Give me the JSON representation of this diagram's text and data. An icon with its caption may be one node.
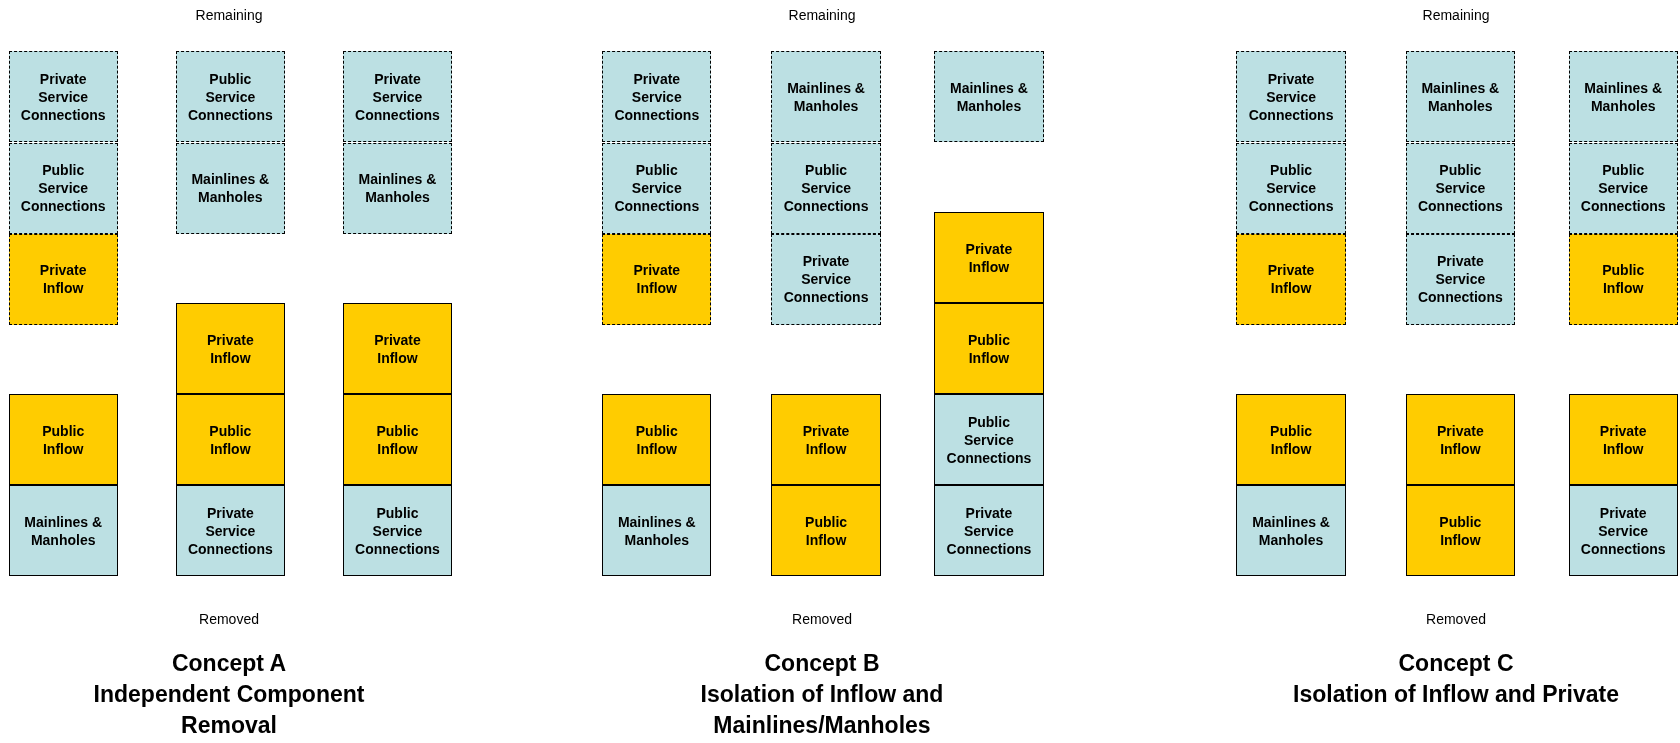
{
  "diagram": {
    "nodes": [
      {
        "text": [
          "Private Service Connections"
        ]
      },
      {
        "text": [
          "Public Service Connections"
        ]
      },
      {
        "text": [
          "Private Inflow"
        ]
      },
      {
        "text": [
          "Public Inflow"
        ]
      },
      {
        "text": [
          "Mainlines & Manholes"
        ]
      },
      {
        "text": [
          "Public Service Connections"
        ]
      },
      {
        "text": [
          "Mainlines & Manholes"
        ]
      },
      {
        "text": [
          "Private Inflow"
        ]
      },
      {
        "text": [
          "Public Inflow"
        ]
      },
      {
        "text": [
          "Private Service Connections"
        ]
      },
      {
        "text": [
          "Private Service Connections"
        ]
      },
      {
        "text": [
          "Mainlines & Manholes"
        ]
      },
      {
        "text": [
          "Private Inflow"
        ]
      },
      {
        "text": [
          "Public Inflow"
        ]
      },
      {
        "text": [
          "Public Service Connections"
        ]
      },
      {
        "text": [
          "Private Service Connections"
        ]
      },
      {
        "text": [
          "Public Service Connections"
        ]
      },
      {
        "text": [
          "Private Inflow"
        ]
      },
      {
        "text": [
          "Public Inflow"
        ]
      },
      {
        "text": [
          "Mainlines & Manholes"
        ]
      },
      {
        "text": [
          "Mainlines & Manholes"
        ]
      },
      {
        "text": [
          "Public Service Connections"
        ]
      },
      {
        "text": [
          "Private Service Connections"
        ]
      },
      {
        "text": [
          "Private Inflow"
        ]
      },
      {
        "text": [
          "Public Inflow"
        ]
      },
      {
        "text": [
          "Mainlines & Manholes"
        ]
      },
      {
        "text": [
          "Private Inflow"
        ]
      },
      {
        "text": [
          "Public Inflow"
        ]
      },
      {
        "text": [
          "Public Service Connections"
        ]
      },
      {
        "text": [
          "Private Service Connections"
        ]
      },
      {
        "text": [
          "Private Service Connections"
        ]
      },
      {
        "text": [
          "Public Service Connections"
        ]
      },
      {
        "text": [
          "Private Inflow"
        ]
      },
      {
        "text": [
          "Public Inflow"
        ]
      },
      {
        "text": [
          "Mainlines & Manholes"
        ]
      },
      {
        "text": [
          "Mainlines & Manholes"
        ]
      },
      {
        "text": [
          "Public Service Connections"
        ]
      },
      {
        "text": [
          "Private Service Connections"
        ]
      },
      {
        "text": [
          "Private Inflow"
        ]
      },
      {
        "text": [
          "Public Inflow"
        ]
      },
      {
        "text": [
          "Mainlines & Manholes"
        ]
      },
      {
        "text": [
          "Public Service Connections"
        ]
      },
      {
        "text": [
          "Public Inflow"
        ]
      },
      {
        "text": [
          "Private Inflow"
        ]
      },
      {
        "text": [
          "Private Service Connections"
        ]
      }
    ],
    "labels": [
      "Remaining",
      "Remaining",
      "Remaining",
      "Removed",
      "Removed",
      "Removed",
      "Concept A",
      "Independent Component Removal",
      "Concept B",
      "Isolation of Inflow and Mainlines/Manholes",
      "Concept C",
      "Isolation of Inflow and Private"
    ]
  }
}
